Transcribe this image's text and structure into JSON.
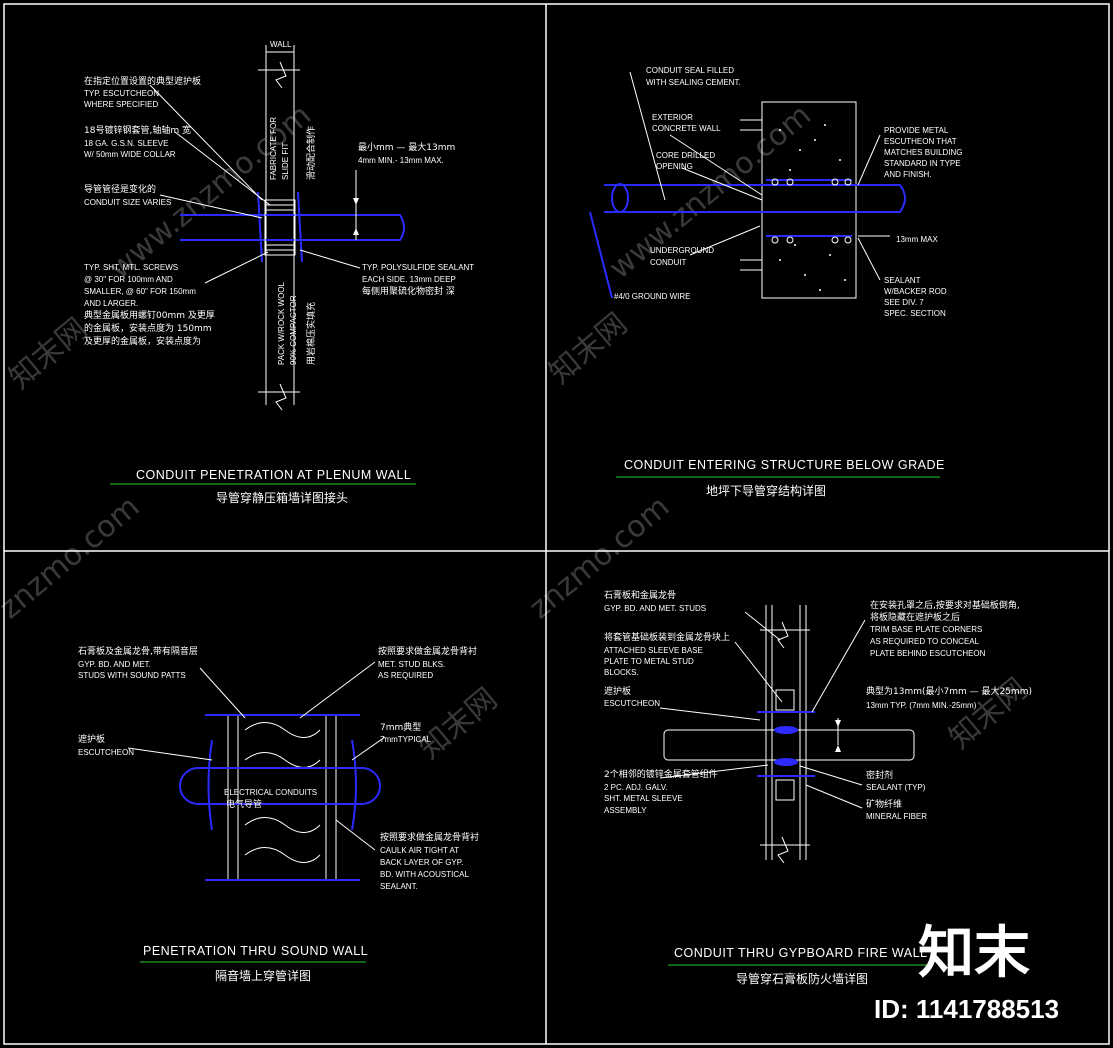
{
  "watermark": {
    "cn": "知末网",
    "en": "www.znzmo.com",
    "en2": "znzmo.com"
  },
  "brand": {
    "logo": "知末",
    "id_text": "ID: 1141788513"
  },
  "colors": {
    "background": "#000000",
    "line": "#ffffff",
    "pipe": "#2b2bff",
    "underline": "#1fa21f"
  },
  "panels": [
    {
      "title_en": "CONDUIT PENETRATION AT PLENUM WALL",
      "title_cn": "导管穿静压箱墙详图接头",
      "labels": {
        "wall": "WALL",
        "escutcheon_cn": "在指定位置设置的典型遮护板",
        "escutcheon_en1": "TYP. ESCUTCHEON",
        "escutcheon_en2": "WHERE SPECIFIED",
        "sleeve_cn": "18号镀锌钢套管,轴轴m    宽",
        "sleeve_en1": "18 GA. G.S.N. SLEEVE",
        "sleeve_en2": "W/ 50mm WIDE COLLAR",
        "size_cn": "导管管径是变化的",
        "size_en": "CONDUIT SIZE VARIES",
        "screws_en1": "TYP. SHT. MTL. SCREWS",
        "screws_en2": "@ 30\" FOR 100mm AND",
        "screws_en3": "SMALLER, @ 60\" FOR 150mm",
        "screws_en4": "AND LARGER.",
        "screws_cn1": "典型金属板用螺钉00mm      及更厚",
        "screws_cn2": "的金属板，安装点度为  150mm",
        "screws_cn3": "及更厚的金属板，安装点度为",
        "gap_cn": "最小mm  —  最大13mm",
        "gap_en": "4mm MIN.- 13mm MAX.",
        "sealant_en1": "TYP. POLYSULFIDE SEALANT",
        "sealant_en2": "EACH SIDE. 13mm DEEP",
        "sealant_cn": "每侧用聚硫化物密封    深",
        "fab_en1": "FABRICATE FOR",
        "fab_en2": "SLIDE FIT",
        "fab_cn": "滑动配合制作",
        "pack_en1": "PACK W/ROCK WOOL",
        "pack_en2": "90% COMPACTOR",
        "pack_cn": "用岩棉压实填充"
      }
    },
    {
      "title_en": "CONDUIT ENTERING STRUCTURE BELOW GRADE",
      "title_cn": "地坪下导管穿结构详图",
      "labels": {
        "seal1": "CONDUIT SEAL FILLED",
        "seal2": "WITH SEALING CEMENT.",
        "ext1": "EXTERIOR",
        "ext2": "CONCRETE WALL",
        "core1": "CORE DRILLED",
        "core2": "OPENING",
        "ug1": "UNDERGROUND",
        "ug2": "CONDUIT",
        "ground": "#4/0 GROUND WIRE",
        "esc1": "PROVIDE METAL",
        "esc2": "ESCUTHEON THAT",
        "esc3": "MATCHES BUILDING",
        "esc4": "STANDARD IN TYPE",
        "esc5": "AND FINISH.",
        "max": "13mm MAX",
        "seal_r1": "SEALANT",
        "seal_r2": "W/BACKER ROD",
        "seal_r3": "SEE DIV. 7",
        "seal_r4": "SPEC. SECTION"
      }
    },
    {
      "title_en": "PENETRATION THRU SOUND WALL",
      "title_cn": "隔音墙上穿管详图",
      "labels": {
        "gyp_cn": "石膏板及金属龙骨,带有隔音层",
        "gyp_en1": "GYP. BD. AND MET.",
        "gyp_en2": "STUDS WITH SOUND PATTS",
        "blk_cn": "按照要求做金属龙骨背衬",
        "blk_en1": "MET. STUD BLKS.",
        "blk_en2": "AS REQUIRED",
        "esc_cn": "遮护板",
        "esc_en": "ESCUTCHEON",
        "typ_cn": "7mm典型",
        "typ_en": "7mmTYPICAL",
        "cond_en": "ELECTRICAL  CONDUITS",
        "cond_cn": "电气导管",
        "caulk_cn": "按照要求做金属龙骨背衬",
        "caulk_en1": "CAULK AIR TIGHT AT",
        "caulk_en2": "BACK LAYER OF GYP.",
        "caulk_en3": "BD. WITH ACOUSTICAL",
        "caulk_en4": "SEALANT."
      }
    },
    {
      "title_en": "CONDUIT THRU GYPBOARD FIRE WALL",
      "title_cn": "导管穿石膏板防火墙详图",
      "labels": {
        "gyp_cn": "石膏板和金属龙骨",
        "gyp_en": "GYP. BD. AND MET. STUDS",
        "att_cn": "将套管基础板装到金属龙骨块上",
        "att_en1": "ATTACHED SLEEVE BASE",
        "att_en2": "PLATE TO METAL STUD",
        "att_en3": "BLOCKS.",
        "esc_cn": "遮护板",
        "esc_en": "ESCUTCHEON",
        "sleeve_cn": "2个相邻的镀锌金属套管组件",
        "sleeve_en1": "2 PC. ADJ. GALV.",
        "sleeve_en2": "SHT. METAL SLEEVE",
        "sleeve_en3": "ASSEMBLY",
        "trim_cn1": "在安装孔罩之后,按要求对基础板倒角,",
        "trim_cn2": "将板隐藏在遮护板之后",
        "trim_en1": "TRIM BASE PLATE CORNERS",
        "trim_en2": "AS REQUIRED TO CONCEAL",
        "trim_en3": "PLATE BEHIND ESCUTCHEON",
        "typ_cn": "典型为13mm(最小7mm — 最大25mm)",
        "typ_en": "13mm TYP. (7mm MIN.-25mm)",
        "seal_cn": "密封剂",
        "seal_en": "SEALANT (TYP)",
        "fiber_cn": "矿物纤维",
        "fiber_en": "MINERAL FIBER"
      }
    }
  ]
}
